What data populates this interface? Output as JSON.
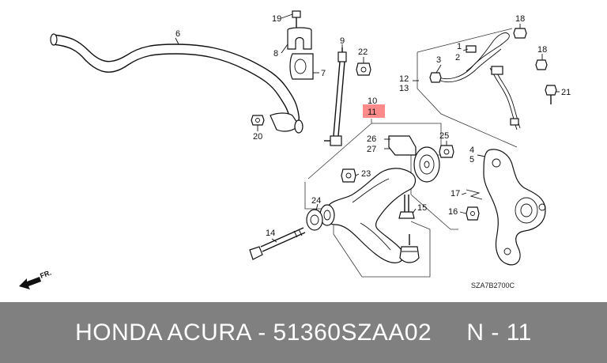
{
  "callouts": {
    "c1": "1",
    "c2": "2",
    "c3": "3",
    "c4": "4",
    "c5": "5",
    "c6": "6",
    "c7": "7",
    "c8": "8",
    "c9": "9",
    "c10": "10",
    "c11": "11",
    "c12": "12",
    "c13": "13",
    "c14": "14",
    "c15": "15",
    "c16": "16",
    "c17": "17",
    "c18a": "18",
    "c18b": "18",
    "c19": "19",
    "c20": "20",
    "c21": "21",
    "c22": "22",
    "c23": "23",
    "c24": "24",
    "c25": "25",
    "c26": "26",
    "c27": "27"
  },
  "diagram_code": "SZA7B2700C",
  "front_label": "FR.",
  "highlight_color": "#ff8a8a",
  "caption": {
    "brand": "HONDA ACURA",
    "separator": " - ",
    "part_number": "51360SZAA02",
    "gap": "     ",
    "ref": "N - 11"
  }
}
